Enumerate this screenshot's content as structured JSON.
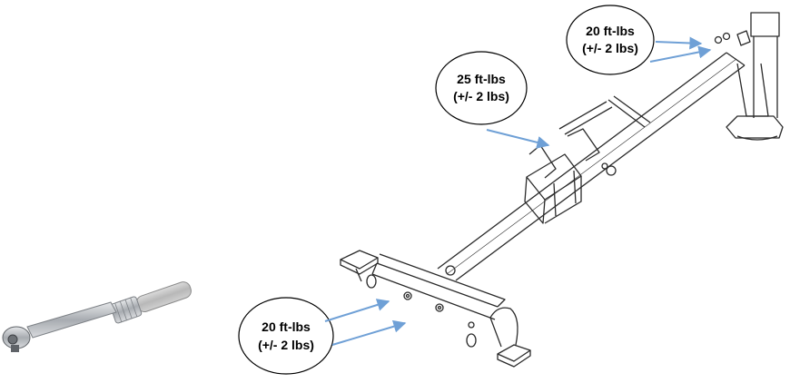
{
  "callouts": {
    "top_right": {
      "torque": "20 ft-lbs",
      "tolerance": "(+/- 2 lbs)"
    },
    "middle": {
      "torque": "25 ft-lbs",
      "tolerance": "(+/- 2 lbs)"
    },
    "bottom_left": {
      "torque": "20 ft-lbs",
      "tolerance": "(+/- 2 lbs)"
    }
  },
  "colors": {
    "arrow": "#6fa0d6",
    "line_art": "#2a2a2a",
    "callout_border": "#000000",
    "wrench_chrome": "#b9bcc0",
    "wrench_grip": "#c8c8c8"
  }
}
